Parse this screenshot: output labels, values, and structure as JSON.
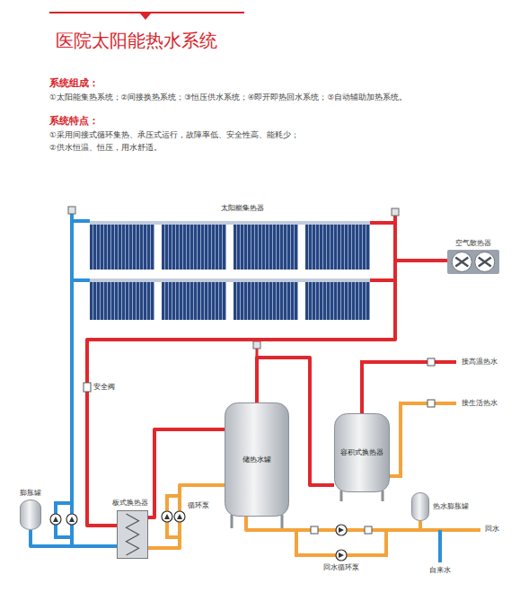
{
  "diagram": {
    "title": "医院太阳能热水系统",
    "nodes": [
      {
        "text": [
          "太阳能集热器"
        ]
      },
      {
        "text": [
          "空气散热器"
        ]
      },
      {
        "text": [
          "储热水罐"
        ]
      },
      {
        "text": [
          "容积式换热器"
        ]
      },
      {
        "text": [
          "板式换热器"
        ]
      },
      {
        "text": [
          "膨胀罐"
        ]
      },
      {
        "text": [
          "热水膨胀罐"
        ]
      }
    ],
    "edges": [
      {
        "from": 0,
        "to": 1,
        "arrow": "none"
      },
      {
        "from": 0,
        "to": 4,
        "arrow": "none"
      },
      {
        "from": 4,
        "to": 0,
        "arrow": "none"
      },
      {
        "from": 5,
        "to": 4,
        "arrow": "none"
      },
      {
        "from": 4,
        "to": 2,
        "arrow": "none"
      },
      {
        "from": 2,
        "to": 4,
        "arrow": "none"
      },
      {
        "from": 2,
        "to": 3,
        "arrow": "none"
      },
      {
        "from": 2,
        "to": 6,
        "arrow": "none"
      }
    ],
    "labels": [
      "系统组成：",
      "①太阳能集热系统；②间接换热系统；③恒压供水系统；④即开即热回水系统；⑤自动辅助加热系统。",
      "系统特点：",
      "①采用间接式循环集热、承压式运行，故障率低、安全性高、能耗少；",
      "②供水恒温、恒压，用水舒适。",
      "接高温热水",
      "接生活热水",
      "安全阀",
      "循环泵",
      "回水循环泵",
      "自来水",
      "回水"
    ]
  }
}
